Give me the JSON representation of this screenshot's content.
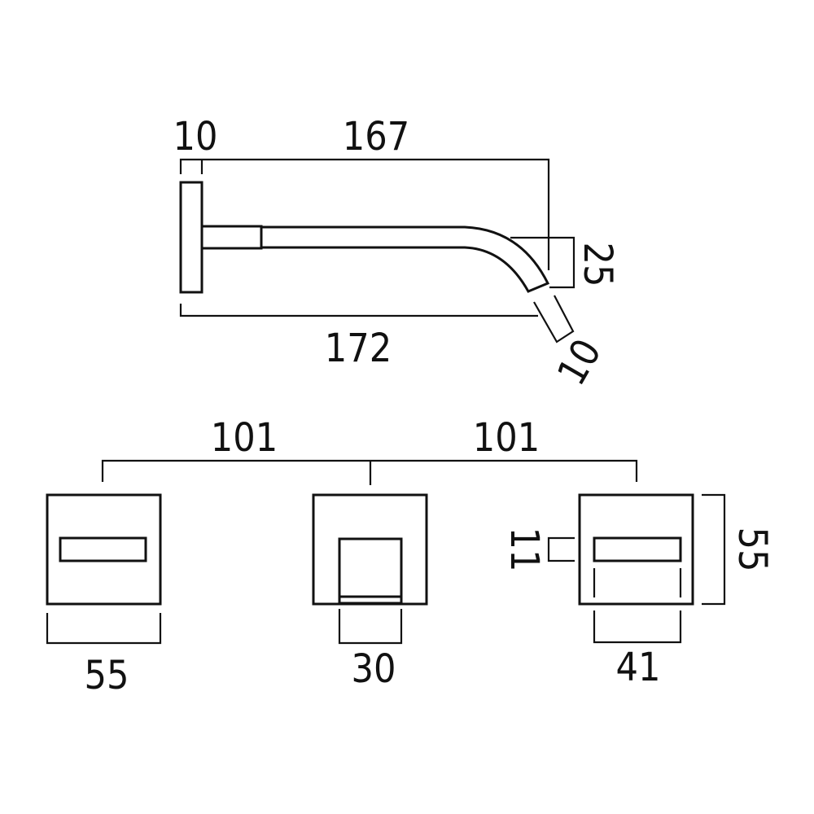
{
  "colors": {
    "line": "#111111",
    "background": "#ffffff"
  },
  "spout_side_view": {
    "backplate_thickness": "10",
    "projection_from_backplate": "167",
    "overall_projection": "172",
    "outlet_height": "25",
    "outlet_width": "10"
  },
  "front_view": {
    "centre_spacing_left": "101",
    "centre_spacing_right": "101",
    "left_handle_width": "55",
    "spout_outlet_width": "30",
    "right_handle_lever_width": "41",
    "lever_height": "11",
    "plate_height": "55"
  }
}
